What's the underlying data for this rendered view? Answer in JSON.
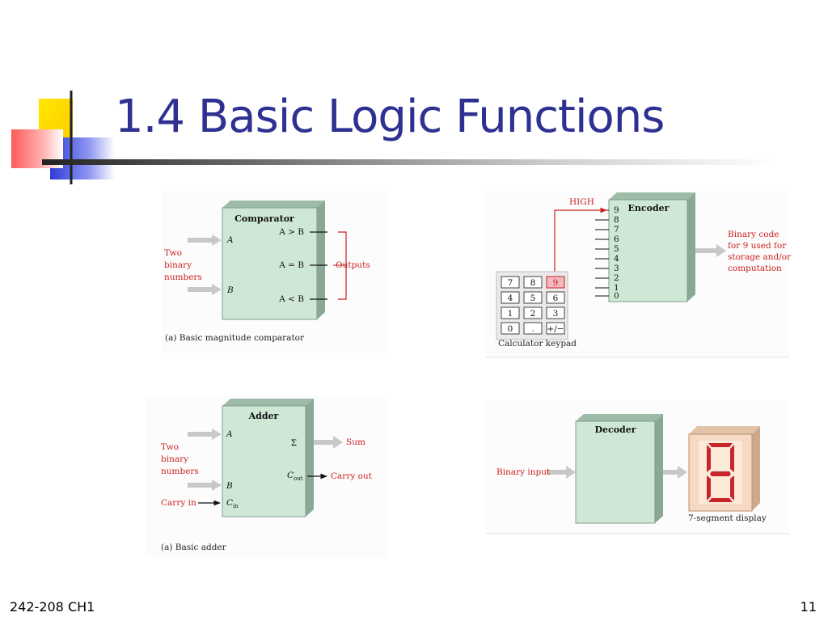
{
  "slide": {
    "title": "1.4 Basic Logic Functions",
    "footer_left": "242-208 CH1",
    "page_number": "11"
  },
  "comparator": {
    "block_title": "Comparator",
    "input_a": "A",
    "input_b": "B",
    "out_gt": "A > B",
    "out_eq": "A = B",
    "out_lt": "A < B",
    "input_label_1": "Two",
    "input_label_2": "binary",
    "input_label_3": "numbers",
    "outputs_label": "Outputs",
    "caption": "(a)  Basic magnitude comparator"
  },
  "encoder": {
    "block_title": "Encoder",
    "high_label": "HIGH",
    "pins": [
      "9",
      "8",
      "7",
      "6",
      "5",
      "4",
      "3",
      "2",
      "1",
      "0"
    ],
    "output_1": "Binary code",
    "output_2": "for 9 used for",
    "output_3": "storage and/or",
    "output_4": "computation",
    "keypad_keys": [
      "7",
      "8",
      "9",
      "4",
      "5",
      "6",
      "1",
      "2",
      "3",
      "0",
      ".",
      "+/−"
    ],
    "keypad_caption": "Calculator keypad"
  },
  "adder": {
    "block_title": "Adder",
    "input_a": "A",
    "input_b": "B",
    "sigma": "Σ",
    "cout": "C",
    "cout_sub": "out",
    "cin": "C",
    "cin_sub": "in",
    "sum_label": "Sum",
    "carry_out_label": "Carry out",
    "carry_in_label": "Carry in",
    "input_label_1": "Two",
    "input_label_2": "binary",
    "input_label_3": "numbers",
    "caption": "(a)  Basic adder"
  },
  "decoder": {
    "block_title": "Decoder",
    "input_label": "Binary input",
    "display_caption": "7-segment display"
  },
  "colors": {
    "title": "#2E3192",
    "block_fill": "#cfe8d6",
    "block_side": "#9dbba6",
    "accent_red": "#cc1f1f"
  }
}
